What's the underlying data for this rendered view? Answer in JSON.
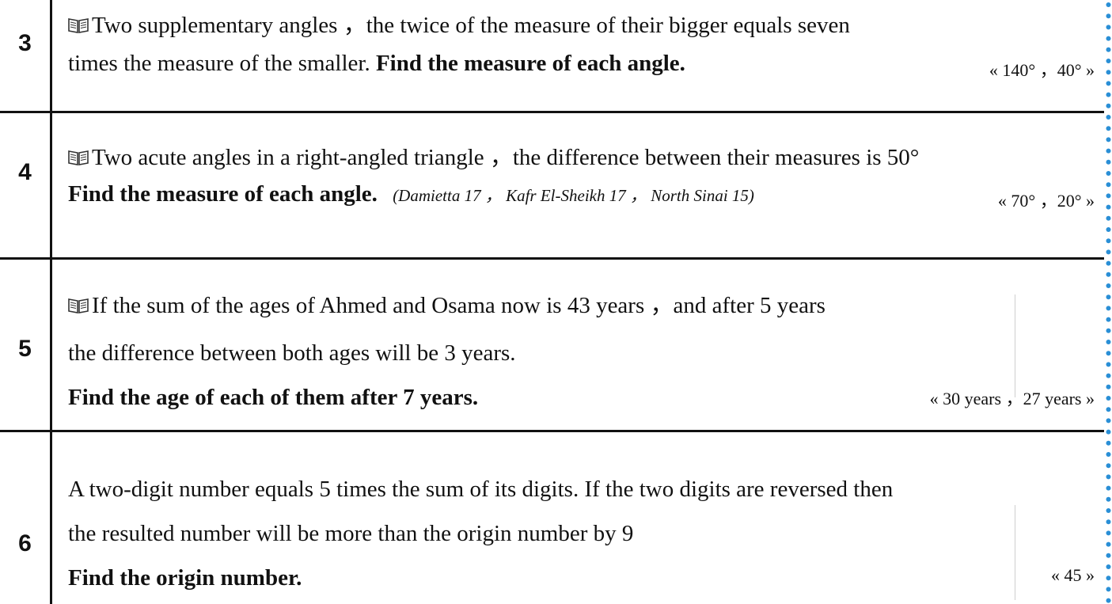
{
  "rows": [
    {
      "number": "3",
      "line1": "Two supplementary angles ，the twice of the measure of their bigger equals seven",
      "line2": "times the measure of the smaller.",
      "line2_bold": "Find the measure of each angle.",
      "answer": "« 140° ，40° »"
    },
    {
      "number": "4",
      "line1": "Two acute angles in a right-angled triangle ，the difference between their measures is 50°",
      "line2_bold": "Find the measure of each angle.",
      "source": "(Damietta 17 ， Kafr El-Sheikh 17 ， North Sinai 15)",
      "answer": "« 70° ，20° »"
    },
    {
      "number": "5",
      "line1": "If the sum of the ages of Ahmed and Osama now is 43 years ，and after 5 years",
      "line2": "the difference between both ages will be 3 years.",
      "line3_bold": "Find the age of each of them after 7 years.",
      "answer": "« 30 years ，27 years »"
    },
    {
      "number": "6",
      "line1": "A two-digit number equals 5 times the sum of its digits. If the two digits are reversed then",
      "line2": "the resulted number will be more than the origin number by 9",
      "line3_bold": "Find the origin number.",
      "answer": "« 45 »"
    }
  ],
  "colors": {
    "border": "#111111",
    "text": "#111111",
    "dot_border": "#2a8fd6"
  },
  "icons": {
    "book": "open-book-icon"
  }
}
